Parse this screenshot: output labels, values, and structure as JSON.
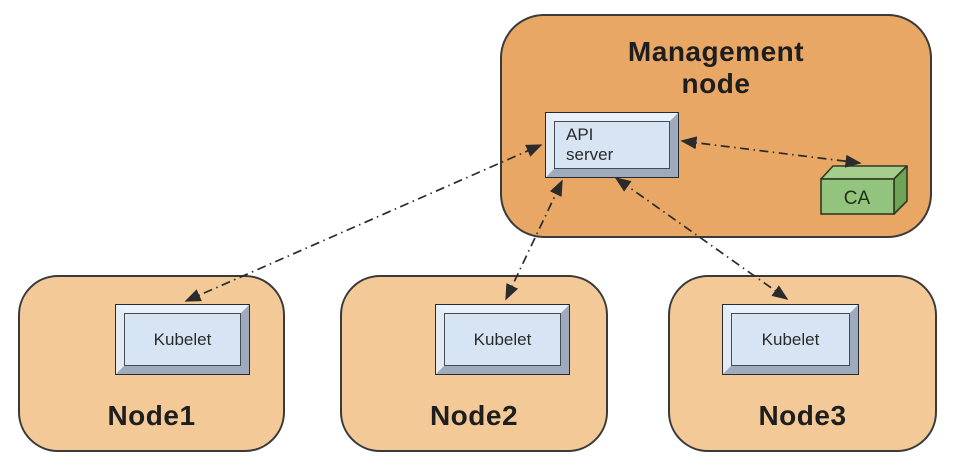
{
  "management_node": {
    "label": "Management\nnode",
    "fill": "#E8A765",
    "border_color": "#3A3A3A",
    "api_server": {
      "label": "API\nserver",
      "face_color": "#D6E4F3",
      "bevel_light": "#EAF1F9",
      "bevel_dark": "#9EABBD"
    },
    "ca": {
      "label": "CA",
      "front_color": "#93C47D",
      "top_color": "#A5CE8E",
      "side_color": "#6FA355",
      "border_color": "#2E3B22"
    }
  },
  "nodes": [
    {
      "label": "Node1",
      "component_label": "Kubelet"
    },
    {
      "label": "Node2",
      "component_label": "Kubelet"
    },
    {
      "label": "Node3",
      "component_label": "Kubelet"
    }
  ],
  "node_style": {
    "fill": "#F2C997",
    "border_color": "#3A3A3A"
  },
  "connections": [
    {
      "from": "kubelet-node1",
      "to": "api-server",
      "line_style": "dash-dot",
      "arrows": "both"
    },
    {
      "from": "kubelet-node2",
      "to": "api-server",
      "line_style": "dash-dot",
      "arrows": "both"
    },
    {
      "from": "kubelet-node3",
      "to": "api-server",
      "line_style": "dash-dot",
      "arrows": "both"
    },
    {
      "from": "api-server",
      "to": "ca",
      "line_style": "dash-dot",
      "arrows": "both"
    }
  ],
  "colors": {
    "arrow": "#2B2B2B",
    "text": "#1E1E1E",
    "background": "#FFFFFF"
  }
}
